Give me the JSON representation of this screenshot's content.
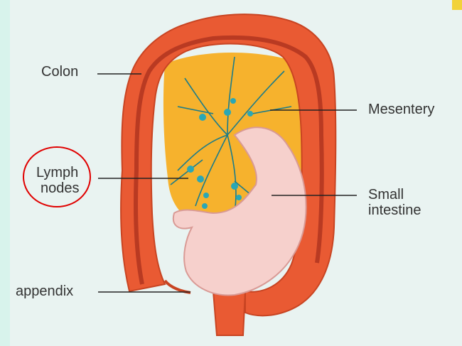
{
  "labels": {
    "colon": "Colon",
    "lymph_line1": "Lymph",
    "lymph_line2": "nodes",
    "mesentery": "Mesentery",
    "small_line1": "Small",
    "small_line2": "intestine",
    "appendix": "appendix"
  },
  "colors": {
    "page_bg": "#d8f3ec",
    "panel_bg": "#e9f3f1",
    "colon_outer": "#e95a33",
    "colon_inner": "#b93a22",
    "mesentery_fill": "#f6b22d",
    "vessel": "#1b7c8a",
    "node": "#2aa7b5",
    "intestine_fill": "#f6d0cc",
    "intestine_line": "#d99a95",
    "highlight_circle": "#e00000",
    "corner_accent": "#f2d23a"
  }
}
